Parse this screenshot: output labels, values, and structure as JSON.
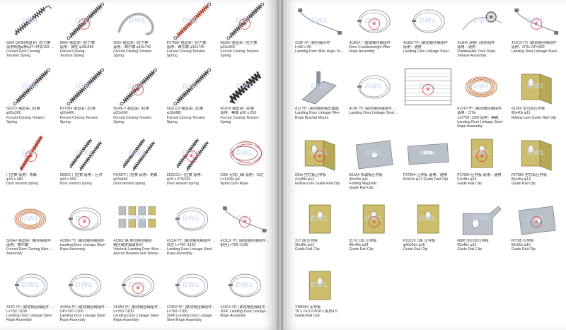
{
  "watermark": "DWL",
  "colors": {
    "spring": "#4a4a4a",
    "spring_red": "#a83a2a",
    "copper": "#c9875a",
    "wire": "#9aa3ad",
    "steel": "#b9c0c7",
    "galv": "#cbbd6b",
    "seal": "#e03a3a",
    "rope_white": "#e8e8e8",
    "rope_red": "#b04040"
  },
  "left_items": [
    {
      "kind": "spring-loop",
      "lines": [
        "560# QK50强迫关门拉力簧",
        "适用规格φ参φ37×轩长153 适用：广区",
        "Forced Door Closing",
        "Tension Spring"
      ]
    },
    {
      "kind": "spring-diag",
      "lines": [
        "562#-强迫关门拉力簧",
        "适用：弹性 φ28x460",
        "Forced Closing",
        "Tension Spring"
      ]
    },
    {
      "kind": "spring-coil",
      "lines": [
        "562# 强迫关门拉力簧",
        "适用：西尔康 φ19x740",
        "Forced Closing Tension",
        "Spring"
      ]
    },
    {
      "kind": "spring-diag2",
      "lines": [
        "P2759# 强迫关门拉力簧",
        "适用：西尔康 φ12x740",
        "Forced Closing Tension",
        "Spring"
      ]
    },
    {
      "kind": "spring-diag",
      "lines": [
        "5626# 强迫关门拉力簧",
        "φ16x360",
        "Forced Closing Tension",
        "Spring"
      ]
    },
    {
      "kind": "spring-diag",
      "lines": [
        "562C# 强迫关门拉簧",
        "φ20x390",
        "Forced Closing Tension",
        "Spring"
      ]
    },
    {
      "kind": "spring-diag",
      "lines": [
        "P2795# 强迫关门拉簧",
        "φ20x400",
        "Forced Closing Tension",
        "Spring"
      ]
    },
    {
      "kind": "spring-diag",
      "lines": [
        "562BL# 强迫关门拉簧",
        "φ20x600",
        "Forced Closing Tension",
        "Spring"
      ]
    },
    {
      "kind": "spring-diag",
      "lines": [
        "562CC# 强迫关门拉簧",
        "φ18x880",
        "Forced Closing Tension",
        "Spring"
      ]
    },
    {
      "kind": "spring-thick",
      "lines": [
        "562D# 强迫关门拉簧",
        "适用：蒂森 φ30 x 250",
        "Forced Closing Tension",
        "Spring"
      ]
    },
    {
      "kind": "spring-red",
      "lines": [
        "门拉簧 适用：奇森",
        "φ15 x 480",
        "Door tension spring"
      ]
    },
    {
      "kind": "spring-pair",
      "lines": [
        "562KK 门拉簧 适用：巨济",
        "φ43 x 550",
        "Door tension spring"
      ]
    },
    {
      "kind": "spring-pair",
      "lines": [
        "P3437# 门拉簧 适用：奇森",
        "φ15x460",
        "Door tension spring"
      ]
    },
    {
      "kind": "spring-pair",
      "lines": [
        "562CC# 门拉簧 适用：",
        "φ15 x 375/425",
        "Door tension spring"
      ]
    },
    {
      "kind": "rope-white",
      "lines": [
        "528# 尼龙门绳 适用：日达",
        "L=1100x φ3",
        "Nylon Door Rope"
      ]
    },
    {
      "kind": "wire-copper",
      "lines": [
        "526A# 强迫关门钢丝绳组件",
        "适用：西尔康",
        "Forced Door Closing Wire Rope",
        "Assembly"
      ]
    },
    {
      "kind": "wire-loop",
      "lines": [
        "413B# 厅门联动钢丝绳组件",
        "Landing Door Linkage Steel",
        "Rope Assembly"
      ]
    },
    {
      "kind": "parts-kit",
      "lines": [
        "413K2 高 单拉钢丝绳组",
        "钢丝绳定紧器系列",
        "Voinlock Landing Door Wire Rope",
        "Anchor Baskets and Tension Devices"
      ]
    },
    {
      "kind": "wire-loop",
      "lines": [
        "413J# 厅门联动钢丝绳组件 适用：",
        "日达 L=760~1100",
        "Landing Door Linkage Steel",
        "Rope Assembly"
      ]
    },
    {
      "kind": "wire-long",
      "lines": [
        "413CX 厅门联动钢丝绳组件 OTis",
        "钢丝L=700~1100"
      ]
    },
    {
      "kind": "wire-loop",
      "lines": [
        "413C 厅门联动钢丝绳组件 适用：OTis",
        "L=760~1100",
        "Landing Door Linkage Steel",
        "Rope Assembly"
      ]
    },
    {
      "kind": "wire-loop",
      "lines": [
        "413AA 厅门联动钢丝绳组件 适用：日达",
        "OP=760~1100",
        "Landing Door Linkage Steel",
        "Rope Assembly"
      ]
    },
    {
      "kind": "wire-loop",
      "lines": [
        "413A# 厅门联动钢丝绳组件 适用：东芝",
        "L=760~1100",
        "Landing Door Linkage Steel",
        "Rope Assembly"
      ]
    },
    {
      "kind": "wire-loop",
      "lines": [
        "413D# 厅门联动钢丝绳组件 适用：",
        "L=760~1100",
        "300F Landing Door Linkage",
        "Steel Rope Assembly"
      ]
    },
    {
      "kind": "wire-loop",
      "lines": [
        "413C# 厅门联动钢丝绳组件 适用：",
        "300F Landing Door Linkage Steel",
        "Rope Assembly"
      ]
    }
  ],
  "right_items": [
    {
      "kind": "wire-long",
      "lines": [
        "413F 厅门钢丝绳头杆",
        "L=80 x 60",
        "Landing Door Wire Rope Termination Rod"
      ]
    },
    {
      "kind": "wire-loop",
      "lines": [
        "413G# 门重锤钢丝绳组件",
        "Door Counterweight Wire",
        "Rope Assembly"
      ]
    },
    {
      "kind": "wire-loop",
      "lines": [
        "413E# 厅门联动钢丝绳组件",
        "适用：通用",
        "Landing Door Linkage Steel Rope Assembly"
      ]
    },
    {
      "kind": "pulley",
      "lines": [
        "413H# 滑铁门滑轮组件",
        "适用：通用",
        "Dumbwaiter Door Rope",
        "Sheave Assembly"
      ]
    },
    {
      "kind": "wire-long",
      "lines": [
        "413CX 厅门联动钢丝绳组件",
        "适用：OTis OP=960",
        "Landing Door Linkage Steel Rope Assembly"
      ]
    },
    {
      "kind": "bracket",
      "lines": [
        "413 厅门联动钢丝绳支座座",
        "Landing Door Linkage Wire",
        "Rope Bracket Mount"
      ]
    },
    {
      "kind": "wire-loop",
      "lines": [
        "413K 厅门联动钢丝绳组件 OTis 三菱",
        "Landing Door Linkage Steel Rope Assembly"
      ]
    },
    {
      "kind": "table",
      "lines": []
    },
    {
      "kind": "wire-copper",
      "lines": [
        "413T# 厅门联动钢丝绳组件",
        "适用：OTis",
        "JJ=700~1100 适用：蒂森",
        "Landing Door Linkage Steel",
        "Rope Assembly"
      ]
    },
    {
      "kind": "clip-fold",
      "lines": [
        "691B# 空芯轨压导板",
        "80x40x φ11",
        "Hollow-core Guide Rail Clip"
      ]
    },
    {
      "kind": "clip-fold",
      "lines": [
        "691# 空芯轨压导板",
        "41x38x φ12",
        "Hollow-core Guide Rail Clip"
      ]
    },
    {
      "kind": "clip-flat",
      "lines": [
        "691A# 折磁板压导板",
        "40x44x φ11",
        "Folding Magnetic",
        "Guide Rail Clip"
      ]
    },
    {
      "kind": "clip-long",
      "lines": [
        "P2784# 压导板 适用：通用",
        "60x53x φ12 Guide Rail Clip"
      ]
    },
    {
      "kind": "clip-small",
      "lines": [
        "P2768# 压导板 适用：通用",
        "51x49x φ15",
        "Guide Rail Clip"
      ]
    },
    {
      "kind": "clip-fold",
      "lines": [
        "P2786# 空芯轨压导板",
        "56x45x φ13",
        "Guide Rail Clip"
      ]
    },
    {
      "kind": "clip-small",
      "lines": [
        "317 8K压导板",
        "36x36x φ12",
        "Guide Rail Clip"
      ]
    },
    {
      "kind": "clip-small",
      "lines": [
        "317# 13K 压导板",
        "40x40x φ14",
        "Guide Rail Clip"
      ]
    },
    {
      "kind": "clip-small",
      "lines": [
        "P2212# 18K 压导板",
        "φ50x50x φ16",
        "Guide Rail Clip"
      ]
    },
    {
      "kind": "clip-hook",
      "lines": [
        "686B 空芯轨压导板",
        "55x45x φ12",
        "Guide Rail Clip"
      ]
    },
    {
      "kind": "clip-flat",
      "lines": [
        "P2785 压导板",
        "60x50x φ12",
        "Guide Rail Clip"
      ]
    },
    {
      "kind": "clip-small",
      "lines": [
        "YDB06# 压导板",
        "76 x 74.5 x Φ18 x 板厚4.5",
        "Guide Rail Clip"
      ]
    }
  ]
}
